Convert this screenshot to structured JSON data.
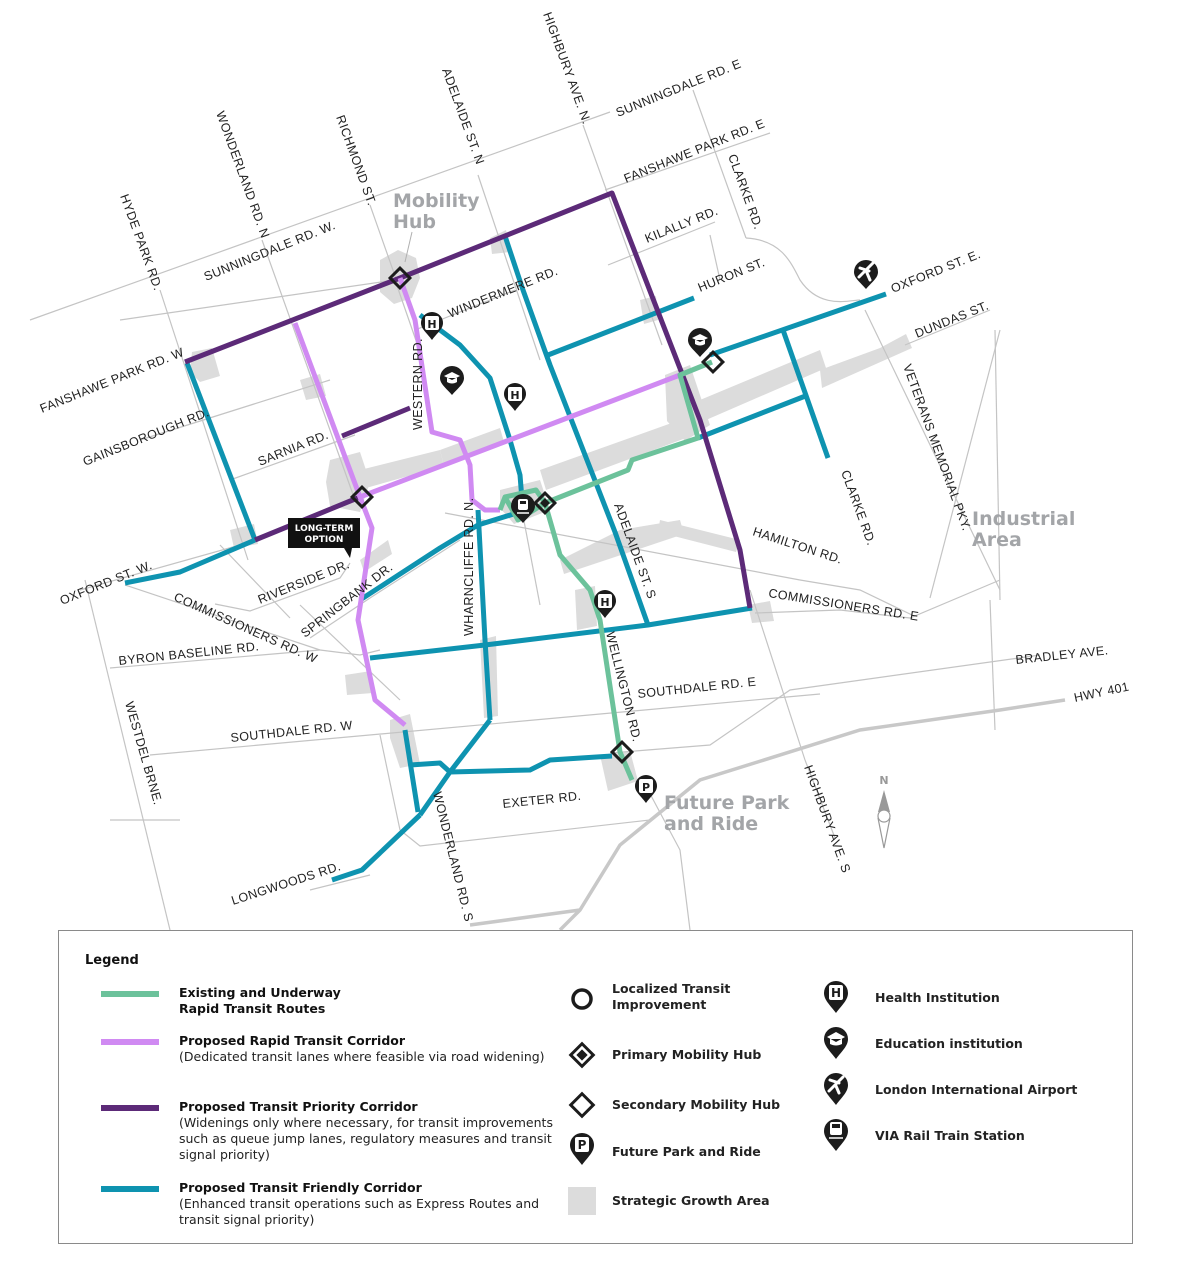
{
  "map": {
    "area_labels": {
      "mobility_hub": [
        "Mobility",
        "Hub"
      ],
      "industrial_area": [
        "Industrial",
        "Area"
      ],
      "future_park_ride": [
        "Future Park",
        "and Ride"
      ]
    },
    "callout": [
      "LONG-TERM",
      "OPTION"
    ],
    "compass": "N",
    "roads": {
      "hyde_park": "HYDE PARK RD.",
      "wonderland_n": "WONDERLAND RD. N",
      "richmond": "RICHMOND ST.",
      "adelaide_n": "ADELAIDE ST. N",
      "highbury_n": "HIGHBURY AVE. N.",
      "sunningdale_e": "SUNNINGDALE RD. E",
      "fanshawe_e": "FANSHAWE PARK RD. E",
      "clarke_n": "CLARKE RD.",
      "kilally": "KILALLY RD.",
      "sunningdale_w": "SUNNINGDALE RD. W.",
      "huron": "HURON ST.",
      "oxford_e": "OXFORD ST. E.",
      "windermere": "WINDERMERE RD.",
      "dundas": "DUNDAS ST.",
      "fanshawe_w": "FANSHAWE PARK RD. W",
      "veterans": "VETERANS MEMORIAL PKY.",
      "western": "WESTERN RD.",
      "gainsborough": "GAINSBOROUGH RD.",
      "sarnia": "SARNIA RD.",
      "wharncliffe": "WHARNCLIFFE RD. N.",
      "adelaide_s": "ADELAIDE ST. S",
      "clarke_s": "CLARKE RD.",
      "hamilton": "HAMILTON RD.",
      "riverside": "RIVERSIDE DR.",
      "springbank": "SPRINGBANK DR.",
      "oxford_w": "OXFORD ST. W.",
      "commissioners_w": "COMMISSIONERS RD. W",
      "commissioners_e": "COMMISSIONERS RD. E",
      "byron": "BYRON BASELINE RD.",
      "wellington": "WELLINGTON RD.",
      "bradley": "BRADLEY AVE.",
      "southdale_e": "SOUTHDALE RD. E",
      "hwy401": "HWY 401",
      "westdel": "WESTDEL BRNE.",
      "southdale_w": "SOUTHDALE RD. W",
      "exeter": "EXETER RD.",
      "highbury_s": "HIGHBURY AVE. S",
      "longwoods": "LONGWOODS RD.",
      "wonderland_s": "WONDERLAND RD. S"
    },
    "colors": {
      "existing_rapid": "#6cc29b",
      "proposed_rapid": "#d08af2",
      "priority": "#5c2a78",
      "friendly": "#0e93b0",
      "growth_area": "#dcdcdc",
      "road": "#c4c4c4",
      "highway": "#c8c8c8"
    }
  },
  "legend": {
    "title": "Legend",
    "lines": [
      {
        "title": "Existing and Underway Rapid Transit Routes",
        "title_lines": [
          "Existing and Underway",
          "Rapid Transit Routes"
        ],
        "desc": ""
      },
      {
        "title": "Proposed Rapid Transit Corridor",
        "desc": "(Dedicated transit lanes where feasible via road widening)"
      },
      {
        "title": "Proposed Transit Priority Corridor",
        "desc": "(Widenings only where necessary, for transit improvements such as queue jump lanes, regulatory measures and transit signal priority)"
      },
      {
        "title": "Proposed Transit Friendly Corridor",
        "desc": "(Enhanced transit operations such as Express Routes and transit signal priority)"
      }
    ],
    "symbols": [
      {
        "label": "Localized Transit Improvement",
        "icon": "circle-icon"
      },
      {
        "label": "Primary Mobility Hub",
        "icon": "primary-hub-diamond-icon"
      },
      {
        "label": "Secondary Mobility Hub",
        "icon": "secondary-hub-diamond-icon"
      },
      {
        "label": "Future Park and Ride",
        "icon": "parking-pin-icon"
      },
      {
        "label": "Strategic Growth Area",
        "icon": "growth-area-square-icon"
      }
    ],
    "pois": [
      {
        "label": "Health Institution",
        "icon": "hospital-pin-icon"
      },
      {
        "label": "Education institution",
        "icon": "graduation-cap-pin-icon"
      },
      {
        "label": "London International Airport",
        "icon": "airplane-pin-icon"
      },
      {
        "label": "VIA Rail Train Station",
        "icon": "train-pin-icon"
      }
    ]
  }
}
